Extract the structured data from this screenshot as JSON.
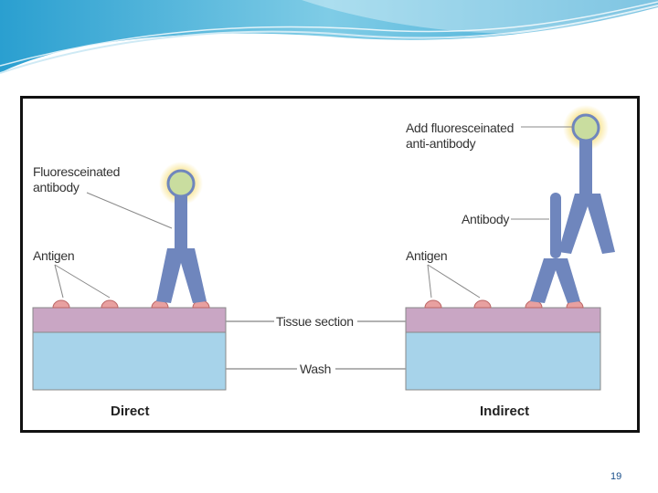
{
  "diagram": {
    "direct": {
      "title": "Direct",
      "fluoresceinated_label_line1": "Fluoresceinated",
      "fluoresceinated_label_line2": "antibody",
      "antigen_label": "Antigen"
    },
    "indirect": {
      "title": "Indirect",
      "add_label_line1": "Add fluoresceinated",
      "add_label_line2": "anti-antibody",
      "antibody_label": "Antibody",
      "antigen_label": "Antigen"
    },
    "shared": {
      "tissue_section_label": "Tissue section",
      "wash_label": "Wash"
    }
  },
  "colors": {
    "tissue_section": "#c9a6c4",
    "wash": "#a7d3ea",
    "antibody": "#6f86bd",
    "antigen": "#e8a0a0",
    "fluorescein_glow": "#f4d35e",
    "fluorescein_core": "#c9dd9f",
    "header_wave": "#4fb3d6"
  },
  "footer": {
    "page_number": "19"
  }
}
